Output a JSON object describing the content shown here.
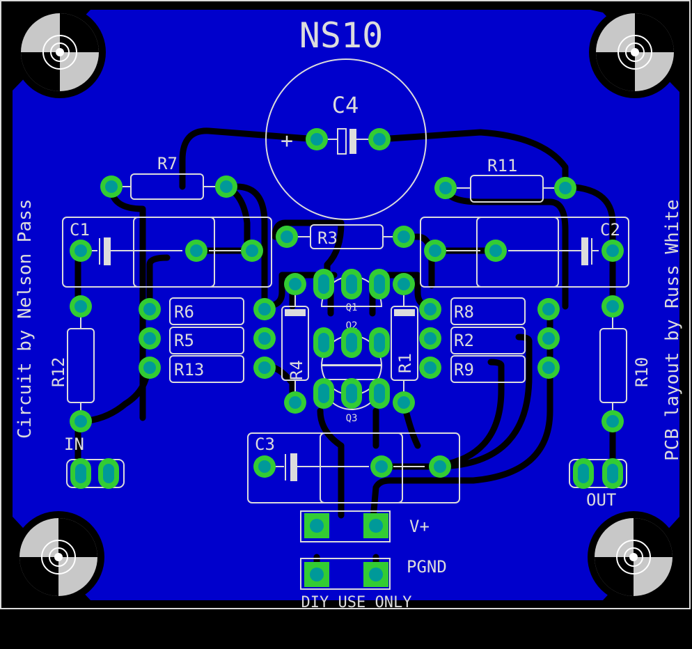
{
  "board": {
    "title": "NS10",
    "left_credit": "Circuit by Nelson Pass",
    "right_credit": "PCB layout by Russ White",
    "footer_note": "DIY USE ONLY",
    "colors": {
      "background": "#000000",
      "copper_plane": "#0000cc",
      "trace": "#000000",
      "silkscreen": "#dcdcdc",
      "pad_ring": "#33cc33",
      "pad_drill": "#009999",
      "mount_hole": "#c8c8c8"
    }
  },
  "components": {
    "C1": "C1",
    "C2": "C2",
    "C3": "C3",
    "C4": "C4",
    "c4_polarity": "+",
    "R1": "R1",
    "R2": "R2",
    "R3": "R3",
    "R4": "R4",
    "R5": "R5",
    "R6": "R6",
    "R7": "R7",
    "R8": "R8",
    "R9": "R9",
    "R10": "R10",
    "R11": "R11",
    "R12": "R12",
    "R13": "R13",
    "Q1": "Q1",
    "Q2": "Q2",
    "Q3": "Q3"
  },
  "connectors": {
    "input_label": "IN",
    "output_label": "OUT",
    "vplus_label": "V+",
    "pgnd_label": "PGND"
  }
}
